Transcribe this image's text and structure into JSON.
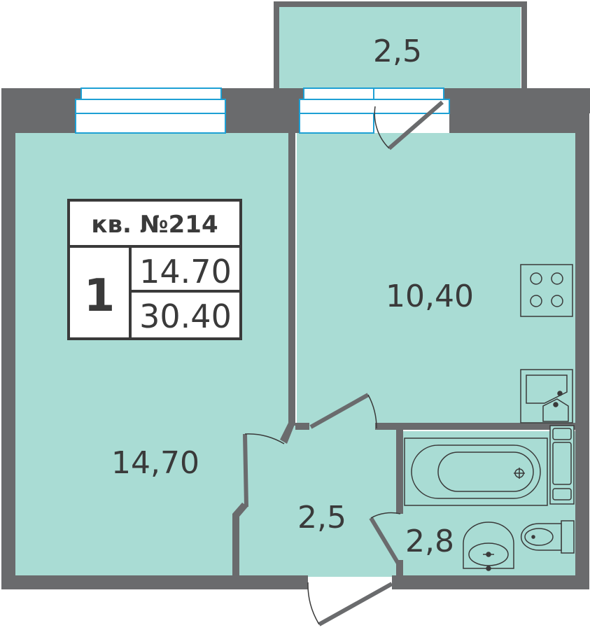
{
  "plan": {
    "apartment_label": "кв. №214",
    "rooms_count": "1",
    "living_area": "14.70",
    "total_area": "30.40",
    "rooms": {
      "balcony": "2,5",
      "living_room": "14,70",
      "kitchen": "10,40",
      "hallway": "2,5",
      "bathroom": "2,8"
    }
  },
  "colors": {
    "floor": "#a9dcd4",
    "wall": "#6a6b6d",
    "window": "#1ea0d4",
    "text": "#3a3a3a"
  }
}
